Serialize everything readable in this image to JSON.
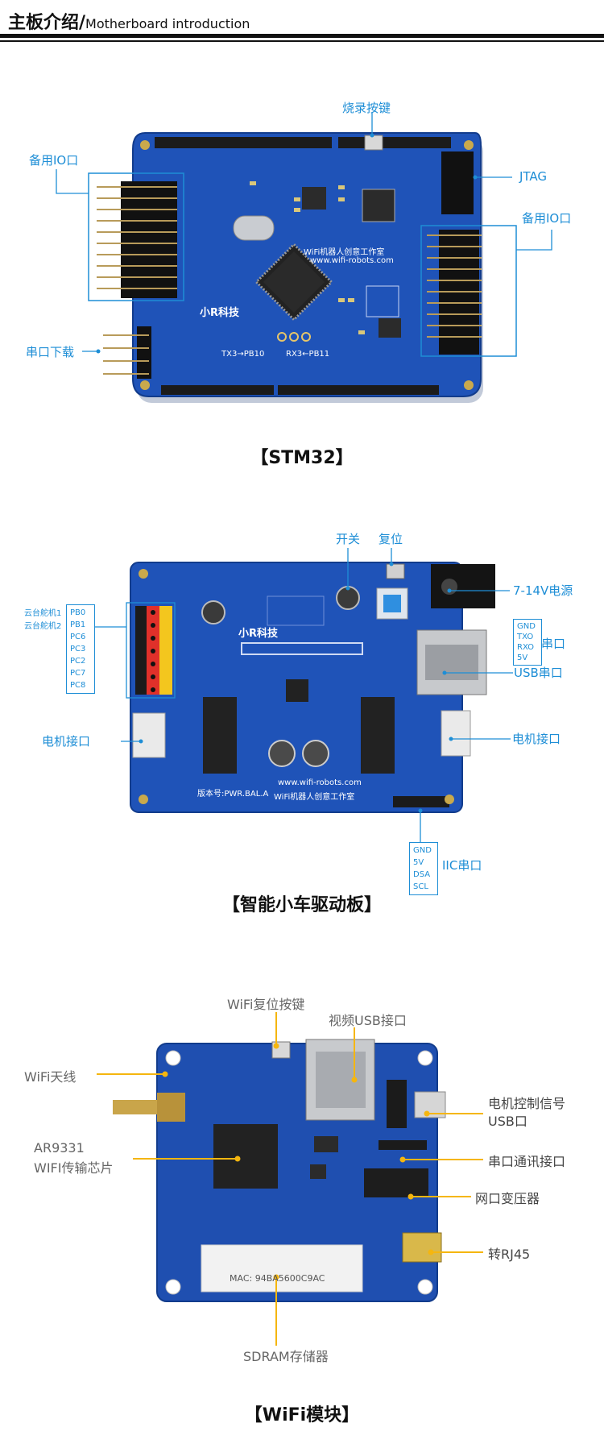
{
  "header": {
    "title": "主板介绍/",
    "subtitle": "Motherboard introduction"
  },
  "stm32": {
    "caption": "【STM32】",
    "labels": {
      "burn_button": "烧录按键",
      "jtag": "JTAG",
      "spare_io_left": "备用IO口",
      "spare_io_right": "备用IO口",
      "serial_download": "串口下载"
    },
    "silk": {
      "board_name": "WiFi机器人创意工作室",
      "url": "www.wifi-robots.com",
      "brand": "小R科技",
      "tx": "TX3→PB10",
      "rx": "RX3←PB11"
    }
  },
  "driver": {
    "caption": "【智能小车驱动板】",
    "labels": {
      "switch": "开关",
      "reset": "复位",
      "power": "7-14V电源",
      "serial": "串口",
      "usb_serial": "USB串口",
      "motor_left": "电机接口",
      "motor_right": "电机接口",
      "iic": "IIC串口",
      "servo1": "云台舵机1",
      "servo2": "云台舵机2"
    },
    "left_pins": [
      "PB0",
      "PB1",
      "PC6",
      "PC3",
      "PC2",
      "PC7",
      "PC8"
    ],
    "serial_pins": [
      "GND",
      "TXO",
      "RXO",
      "5V"
    ],
    "iic_pins": [
      "GND",
      "5V",
      "DSA",
      "SCL"
    ],
    "silk": {
      "version": "版本号:PWR.BAL.A",
      "url": "www.wifi-robots.com",
      "studio": "WiFi机器人创意工作室",
      "brand": "小R科技"
    }
  },
  "wifi": {
    "caption": "【WiFi模块】",
    "labels": {
      "reset_button": "WiFi复位按键",
      "video_usb": "视频USB接口",
      "antenna": "WiFi天线",
      "chip_line1": "AR9331",
      "chip_line2": "WIFI传输芯片",
      "motor_signal_line1": "电机控制信号",
      "motor_signal_line2": "USB口",
      "serial_port": "串口通讯接口",
      "transformer": "网口变压器",
      "rj45": "转RJ45",
      "sdram": "SDRAM存储器"
    },
    "silk": {
      "mac": "MAC: 94BA5600C9AC"
    }
  }
}
